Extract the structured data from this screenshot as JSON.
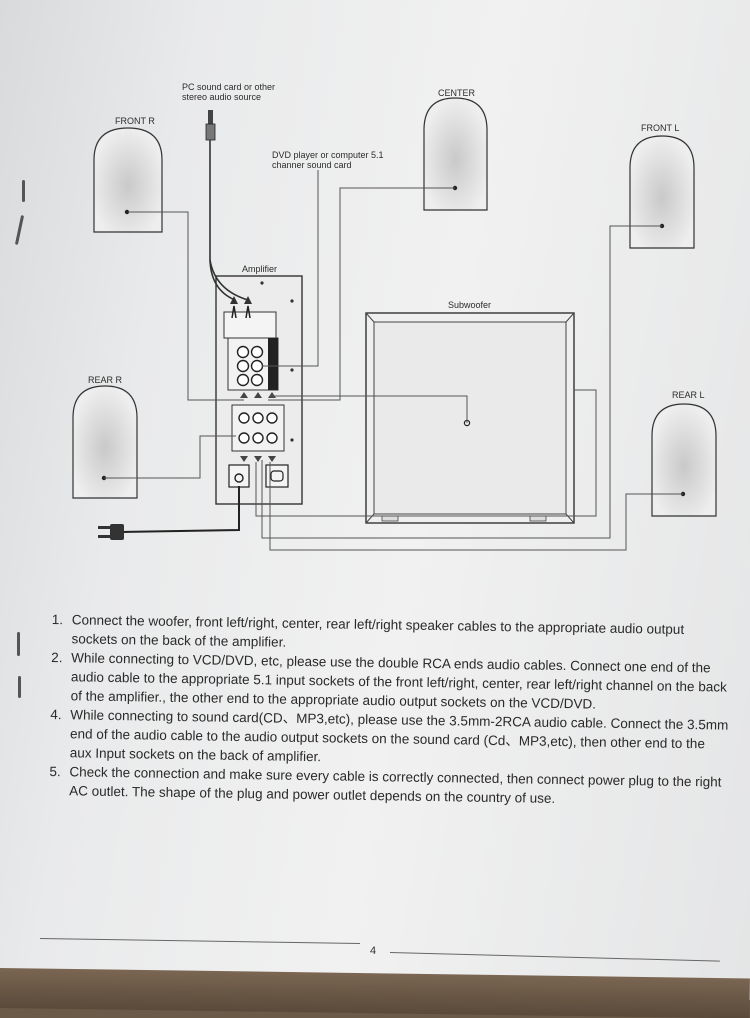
{
  "labels": {
    "pc_source_line1": "PC sound card or other",
    "pc_source_line2": "stereo audio source",
    "center": "CENTER",
    "front_r": "FRONT R",
    "front_l": "FRONT L",
    "dvd_line1": "DVD player or computer 5.1",
    "dvd_line2": "channer sound card",
    "amplifier": "Amplifier",
    "subwoofer": "Subwoofer",
    "rear_r": "REAR R",
    "rear_l": "REAR L"
  },
  "steps": [
    {
      "num": "1.",
      "text": "Connect the woofer, front left/right, center, rear left/right speaker cables to the appropriate audio output sockets on the back of the amplifier."
    },
    {
      "num": "2.",
      "text": "While connecting to VCD/DVD, etc, please use the double RCA ends audio cables. Connect one end of the audio cable to the appropriate 5.1 input sockets of the front left/right, center, rear left/right channel on the back of the amplifier., the other end to the appropriate audio output sockets on the VCD/DVD."
    },
    {
      "num": "4.",
      "text": "While connecting to sound card(CD、MP3,etc), please use the 3.5mm-2RCA  audio cable. Connect the 3.5mm end of the audio cable to the audio output sockets on the sound card (Cd、MP3,etc), then other end to the aux Input sockets on the back of amplifier."
    },
    {
      "num": "5.",
      "text": "Check the connection and make sure every cable is correctly connected, then connect power plug to the right AC outlet. The shape of the plug and power outlet depends on the country of use."
    }
  ],
  "page_number": "4"
}
